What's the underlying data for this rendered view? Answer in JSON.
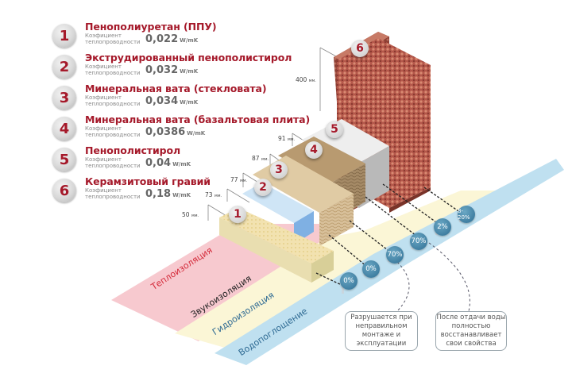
{
  "coef_label_line1": "Коэфициент",
  "coef_label_line2": "теплопроводности",
  "unit": "W/mK",
  "materials": [
    {
      "num": "1",
      "name": "Пенополиуретан (ППУ)",
      "value": "0,022",
      "thickness": "50",
      "water": "0%"
    },
    {
      "num": "2",
      "name": "Экструдированный пенополистирол",
      "value": "0,032",
      "thickness": "73",
      "water": "0%"
    },
    {
      "num": "3",
      "name": "Минеральная вата (стекловата)",
      "value": "0,034",
      "thickness": "77",
      "water": "70%"
    },
    {
      "num": "4",
      "name": "Минеральная вата (базальтовая плита)",
      "value": "0,0386",
      "thickness": "87",
      "water": "70%"
    },
    {
      "num": "5",
      "name": "Пенополистирол",
      "value": "0,04",
      "thickness": "91",
      "water": "2%"
    },
    {
      "num": "6",
      "name": "Керамзитовый гравий",
      "value": "0,18",
      "thickness": "400",
      "water": "8-20%"
    }
  ],
  "mm_unit": "мм.",
  "bands": {
    "thermal": "Теплоизоляция",
    "sound": "Звукоизоляция",
    "hydro": "Гидроизоляция",
    "absorption": "Водопоглощение"
  },
  "notes": {
    "left": "Разрушается при неправильном монтаже и эксплуатации",
    "right": "После отдачи воды полностью восстанавливает свои свойства"
  },
  "colors": {
    "accent": "#a5192a",
    "thermal_band": "#f7c9cf",
    "sound_band": "#fbf6d6",
    "hydro_band": "#bfe0f0",
    "absorption_text": "#2e6a93"
  }
}
